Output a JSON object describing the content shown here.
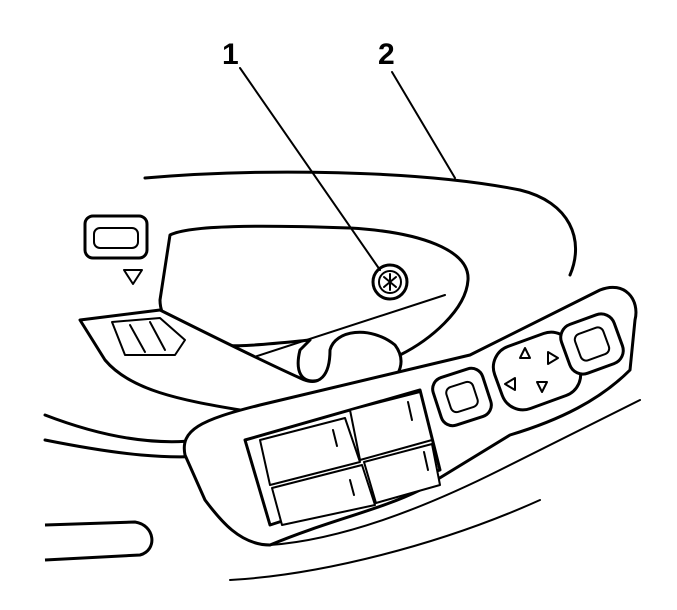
{
  "callouts": [
    {
      "label": "1",
      "part": "screw"
    },
    {
      "label": "2",
      "part": "door-trim-panel"
    }
  ]
}
